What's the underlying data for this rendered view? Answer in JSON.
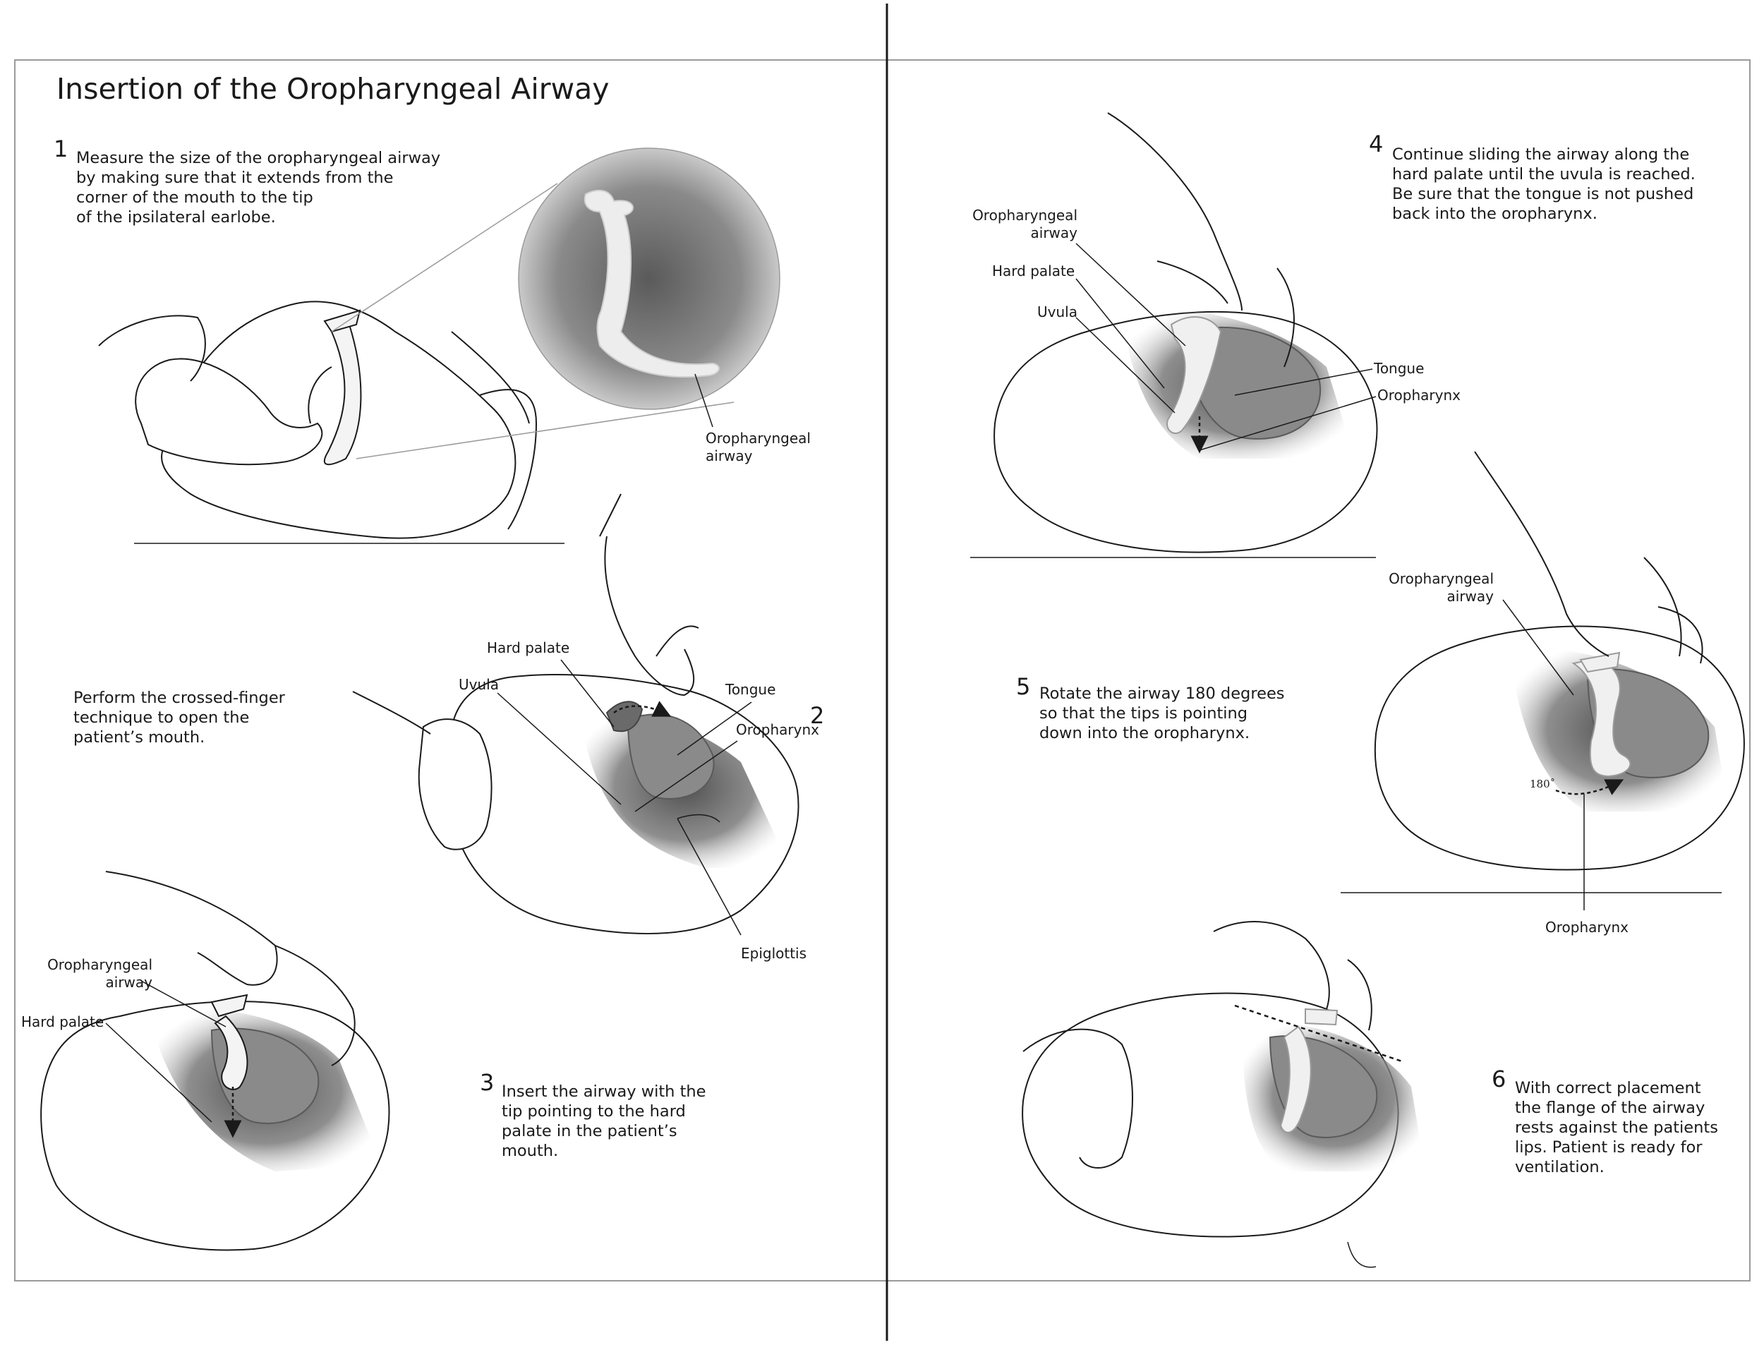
{
  "title": "Insertion of the Oropharyngeal Airway",
  "steps": [
    {
      "number": "1",
      "text": "Measure the size of the oropharyngeal airway\nby making sure that it extends from the\ncorner of the mouth to the tip\nof the ipsilateral earlobe."
    },
    {
      "number": "2",
      "text": "Perform the crossed-finger\ntechnique to open the\npatient’s mouth."
    },
    {
      "number": "3",
      "text": "Insert the airway with the\ntip pointing to the hard\npalate in the patient’s\nmouth."
    },
    {
      "number": "4",
      "text": "Continue sliding the airway along the\nhard palate until the uvula is reached.\nBe sure that the tongue is not pushed\nback into the oropharynx."
    },
    {
      "number": "5",
      "text": "Rotate the airway 180 degrees\nso that the tips is pointing\ndown into the oropharynx."
    },
    {
      "number": "6",
      "text": "With correct placement\nthe flange of the airway\nrests against the patients\nlips.  Patient is ready for\nventilation."
    }
  ],
  "labels": {
    "p1_airway": "Oropharyngeal\nairway",
    "p2_hard_palate": "Hard palate",
    "p2_uvula": "Uvula",
    "p2_tongue": "Tongue",
    "p2_oropharynx": "Oropharynx",
    "p2_epiglottis": "Epiglottis",
    "p3_airway": "Oropharyngeal\nairway",
    "p3_hard_palate": "Hard palate",
    "p4_airway": "Oropharyngeal\nairway",
    "p4_hard_palate": "Hard palate",
    "p4_uvula": "Uvula",
    "p4_tongue": "Tongue",
    "p4_oropharynx": "Oropharynx",
    "p5_airway": "Oropharyngeal\nairway",
    "p5_degrees": "180˚",
    "p5_oropharynx": "Oropharynx"
  },
  "colors": {
    "line": "#1a1a1a",
    "frame": "#9a9a9a",
    "shade_dark": "#5e5e5e",
    "shade_mid": "#8c8c8c",
    "airway": "#efefef"
  }
}
